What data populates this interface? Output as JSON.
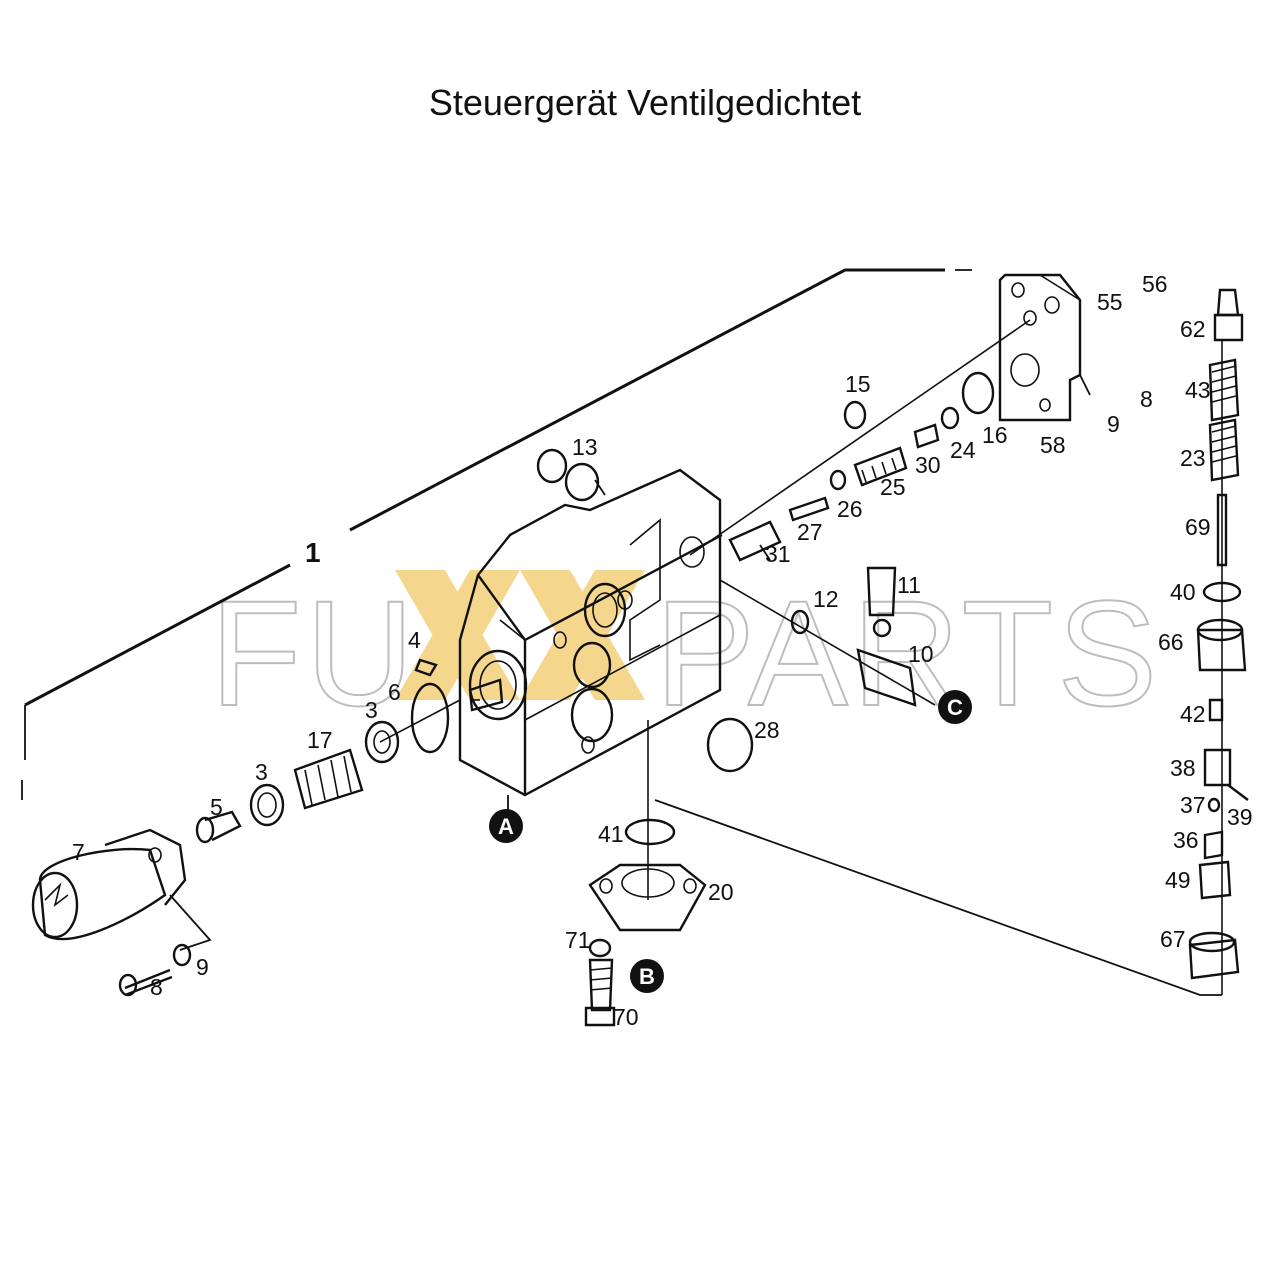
{
  "title": "Steuergerät Ventilgedichtet",
  "watermark": {
    "left": "FU",
    "right": "PARTS",
    "color": "#f2c14a"
  },
  "callouts": {
    "c1": "1",
    "c3a": "3",
    "c3b": "3",
    "c4": "4",
    "c5": "5",
    "c6": "6",
    "c7": "7",
    "c8a": "8",
    "c9a": "9",
    "c10": "10",
    "c11": "11",
    "c12": "12",
    "c13": "13",
    "c15": "15",
    "c16": "16",
    "c17": "17",
    "c20": "20",
    "c23": "23",
    "c24": "24",
    "c25": "25",
    "c26": "26",
    "c27": "27",
    "c28": "28",
    "c30": "30",
    "c31": "31",
    "c36": "36",
    "c37": "37",
    "c38": "38",
    "c39": "39",
    "c40": "40",
    "c41": "41",
    "c42": "42",
    "c43": "43",
    "c49": "49",
    "c55": "55",
    "c56": "56",
    "c58": "58",
    "c62": "62",
    "c66": "66",
    "c67": "67",
    "c69": "69",
    "c70": "70",
    "c71": "71",
    "c8b": "8",
    "c9b": "9"
  },
  "markers": {
    "a": "A",
    "b": "B",
    "c": "C"
  }
}
